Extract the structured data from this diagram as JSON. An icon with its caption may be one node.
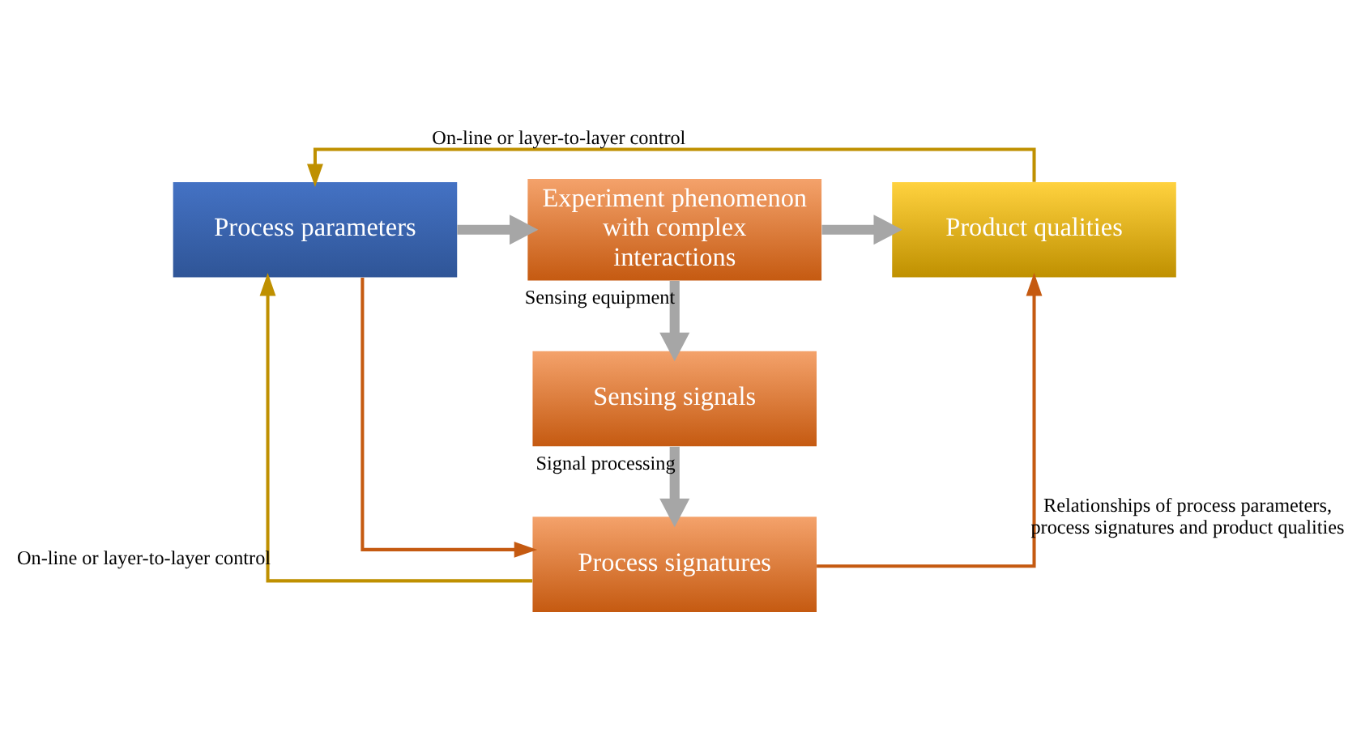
{
  "diagram": {
    "nodes": [
      {
        "text": [
          "Process parameters"
        ]
      },
      {
        "text": [
          "Experiment phenomenon with complex interactions"
        ]
      },
      {
        "text": [
          "Product qualities"
        ]
      },
      {
        "text": [
          "Sensing signals"
        ]
      },
      {
        "text": [
          "Process signatures"
        ]
      }
    ],
    "edges": [
      {
        "from": 0,
        "to": 1,
        "arrow": "to",
        "style": "thick"
      },
      {
        "from": 1,
        "to": 2,
        "arrow": "to",
        "style": "thick"
      },
      {
        "from": 1,
        "to": 3,
        "arrow": "to",
        "style": "thick",
        "label": "Sensing equipment"
      },
      {
        "from": 3,
        "to": 4,
        "arrow": "to",
        "style": "thick",
        "label": "Signal processing"
      },
      {
        "from": 0,
        "to": 4,
        "arrow": "to",
        "color": "#c55a11"
      },
      {
        "from": 4,
        "to": 2,
        "arrow": "to",
        "color": "#c55a11",
        "label": "Relationships of process parameters, process signatures and product qualities"
      },
      {
        "from": 4,
        "to": 0,
        "arrow": "to",
        "color": "#bf9000",
        "label": "On-line or layer-to-layer control"
      },
      {
        "from": 2,
        "to": 0,
        "arrow": "to",
        "color": "#bf9000",
        "label": "On-line or layer-to-layer control"
      }
    ]
  }
}
